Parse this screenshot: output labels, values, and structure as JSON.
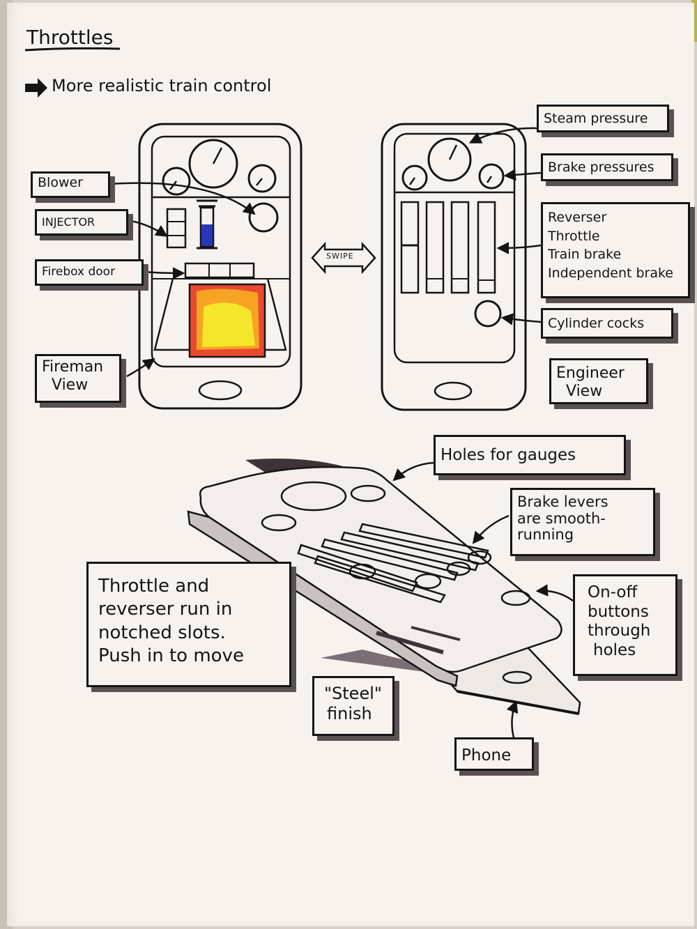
{
  "page": {
    "title": "Throttles",
    "subtitle": "More realistic train control"
  },
  "fireman_view": {
    "label_lines": [
      "Fireman",
      "View"
    ],
    "callouts": {
      "blower": "Blower",
      "injector": "INJECTOR",
      "firebox_door": "Firebox door"
    }
  },
  "swipe_label": "SWIPE",
  "engineer_view": {
    "label_lines": [
      "Engineer",
      "View"
    ],
    "callouts": {
      "steam_pressure": "Steam pressure",
      "brake_pressures": "Brake pressures",
      "controls": [
        "Reverser",
        "Throttle",
        "Train brake",
        "Independent brake"
      ],
      "cylinder_cocks": "Cylinder cocks"
    }
  },
  "hardware": {
    "holes_for_gauges": "Holes for gauges",
    "brake_levers_lines": [
      "Brake levers",
      "are smooth-",
      "running"
    ],
    "throttle_note_lines": [
      "Throttle and",
      "reverser run in",
      "notched slots.",
      "Push in to move"
    ],
    "on_off_lines": [
      "On-off",
      "buttons",
      "through",
      "holes"
    ],
    "steel_finish_lines": [
      "\"Steel\"",
      "finish"
    ],
    "phone": "Phone"
  },
  "colors": {
    "ink": "#141414",
    "paper": "#f7f2ee",
    "shadow": "#5a5152",
    "fire_outer": "#e9492f",
    "fire_mid": "#f7a323",
    "fire_inner": "#f4e62a",
    "injector_fill": "#2a36b8"
  }
}
